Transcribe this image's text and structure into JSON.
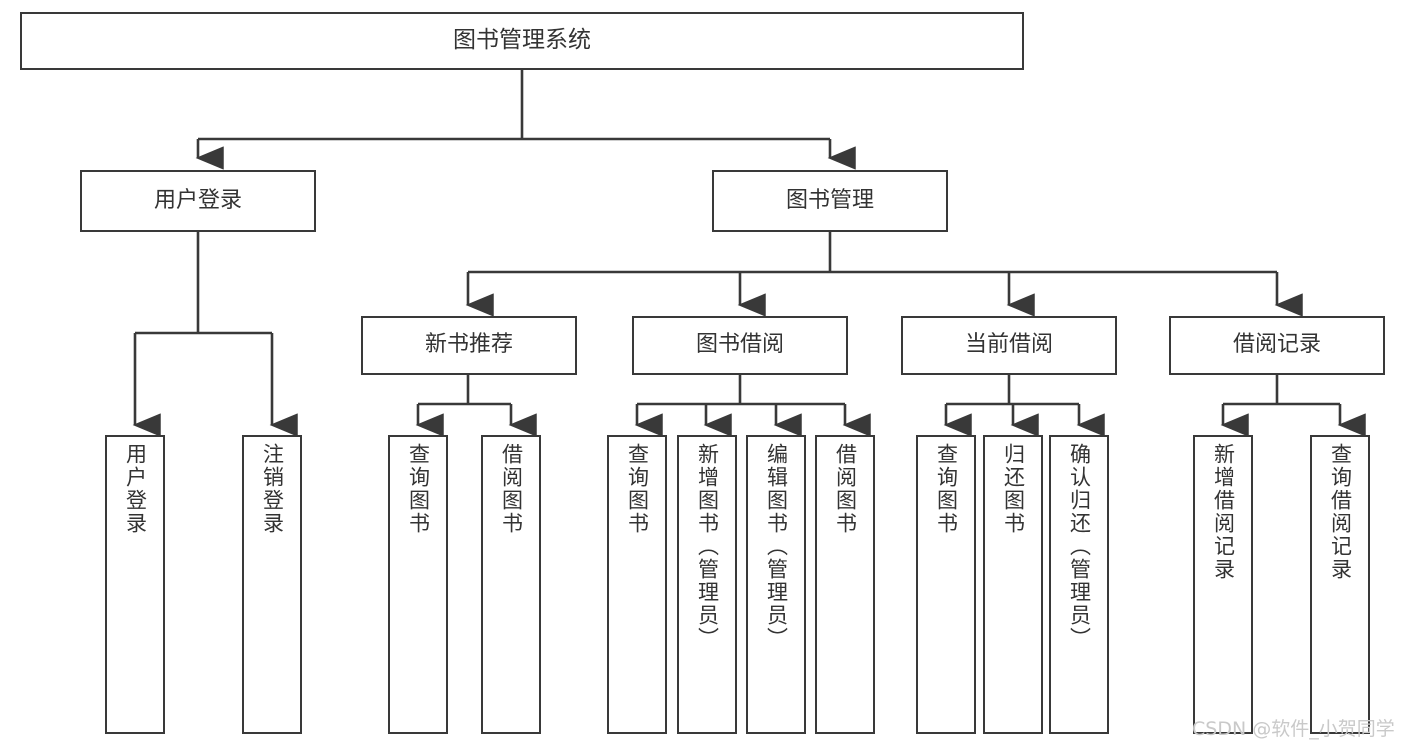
{
  "diagram": {
    "title": "图书管理系统",
    "type": "tree-hierarchy-diagram",
    "colors": {
      "stroke": "#393939",
      "text": "#333333",
      "background": "#ffffff",
      "watermark": "#c9c9c9"
    },
    "root": {
      "label": "图书管理系统"
    },
    "level2": [
      {
        "label": "用户登录"
      },
      {
        "label": "图书管理"
      }
    ],
    "level3": [
      {
        "label": "新书推荐"
      },
      {
        "label": "图书借阅"
      },
      {
        "label": "当前借阅"
      },
      {
        "label": "借阅记录"
      }
    ],
    "leaves": {
      "user_login": [
        {
          "label": "用户登录"
        },
        {
          "label": "注销登录"
        }
      ],
      "new_book_recommend": [
        {
          "label": "查询图书"
        },
        {
          "label": "借阅图书"
        }
      ],
      "book_borrow": [
        {
          "label": "查询图书"
        },
        {
          "label": "新增图书（管理员）"
        },
        {
          "label": "编辑图书（管理员）"
        },
        {
          "label": "借阅图书"
        }
      ],
      "current_borrow": [
        {
          "label": "查询图书"
        },
        {
          "label": "归还图书"
        },
        {
          "label": "确认归还（管理员）"
        }
      ],
      "borrow_records": [
        {
          "label": "新增借阅记录"
        },
        {
          "label": "查询借阅记录"
        }
      ]
    }
  },
  "watermark": {
    "text": "CSDN @软件_小贺同学"
  }
}
